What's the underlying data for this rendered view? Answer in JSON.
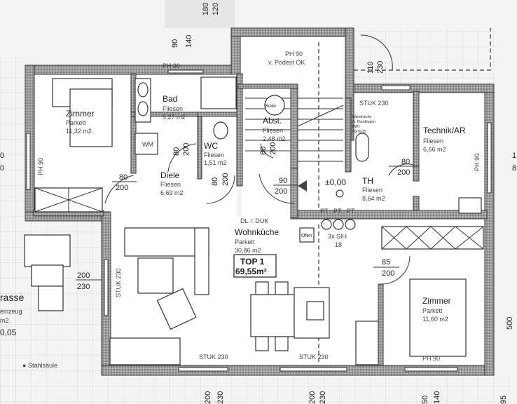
{
  "plan": {
    "unit_label": "TOP 1",
    "unit_area": "69,55m²",
    "ceiling_note": "DL = DUK",
    "level": "±0,00",
    "rooms": {
      "zimmer1": {
        "name": "Zimmer",
        "floor": "Parkett",
        "area": "11,32 m2"
      },
      "bad": {
        "name": "Bad",
        "floor": "Fliesen",
        "area": "5,27 m2"
      },
      "wc": {
        "name": "WC",
        "floor": "Fliesen",
        "area": "1,51 m2"
      },
      "diele": {
        "name": "Diele",
        "floor": "Fliesen",
        "area": "6,69 m2"
      },
      "abst": {
        "name": "Abst.",
        "floor": "Fliesen",
        "area": "2,48 m2"
      },
      "th": {
        "name": "TH",
        "floor": "Fliesen",
        "area": "8,64 m2"
      },
      "technik": {
        "name": "Technik/AR",
        "floor": "Fliesen",
        "area": "6,66 m2"
      },
      "wohnkueche": {
        "name": "Wohnküche",
        "floor": "Parkett",
        "area": "30,86 m2"
      },
      "zimmer2": {
        "name": "Zimmer",
        "floor": "Parkett",
        "area": "11,60 m2"
      },
      "terrasse": {
        "name": "rasse",
        "floor": "einzeug",
        "area": "m2",
        "level": "0,05"
      }
    },
    "fixtures": {
      "wm": "WM",
      "boiler": "Boiler",
      "ofen": "Ofen",
      "pt": "PT",
      "sih": "3x SIH",
      "sih_count": "18",
      "stahlsaeule": "Stahlsäule",
      "wandnische": [
        "Wandnische",
        "m. Rundbogen",
        "BWT",
        "50/70/15"
      ]
    },
    "window_labels": {
      "ph90": "PH 90",
      "podest": "v. Podest OK",
      "stuk230": "STUK 230"
    },
    "door_dims": {
      "d80": "80",
      "d85": "85",
      "d90": "90",
      "d110": "110",
      "h200": "200",
      "h230": "230"
    },
    "edge_dims": {
      "top_a": "180",
      "top_b": "120",
      "top_c": "90",
      "top_d": "140",
      "bot_a": "200",
      "bot_b": "230",
      "bot_c": "50",
      "bot_d": "140",
      "bot_e": "95",
      "right_a": "500",
      "left_a": "0",
      "right_b": "1",
      "right_c": "8"
    }
  }
}
